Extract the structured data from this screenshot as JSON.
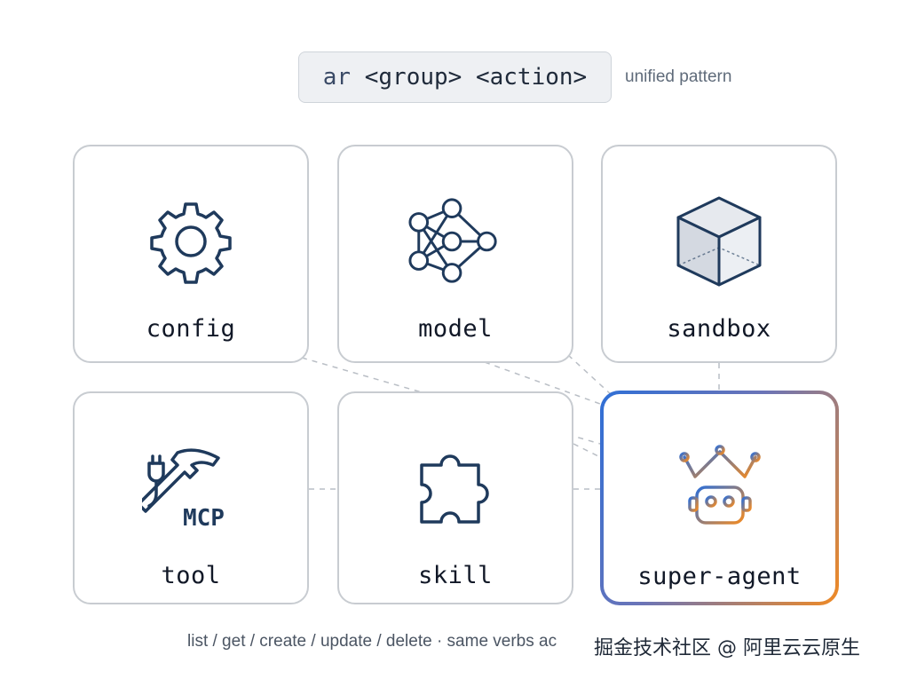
{
  "header": {
    "command_prefix": "ar",
    "command_rest": " <group> <action>",
    "note": "unified pattern"
  },
  "cards": {
    "config": {
      "label": "config",
      "icon": "gear-icon"
    },
    "model": {
      "label": "model",
      "icon": "neural-network-icon"
    },
    "sandbox": {
      "label": "sandbox",
      "icon": "cube-icon"
    },
    "tool": {
      "label": "tool",
      "icon": "hammer-plug-mcp-icon",
      "icon_text": "MCP"
    },
    "skill": {
      "label": "skill",
      "icon": "puzzle-piece-icon"
    },
    "super_agent": {
      "label": "super-agent",
      "icon": "crowned-robot-icon"
    }
  },
  "footer": {
    "text": "list / get / create / update / delete · same verbs ac",
    "watermark": "掘金技术社区 @ 阿里云云原生"
  },
  "colors": {
    "ink": "#1f3a5c",
    "card_border": "#c8ccd1",
    "highlight_start": "#2f6fd6",
    "highlight_end": "#f08a24"
  }
}
